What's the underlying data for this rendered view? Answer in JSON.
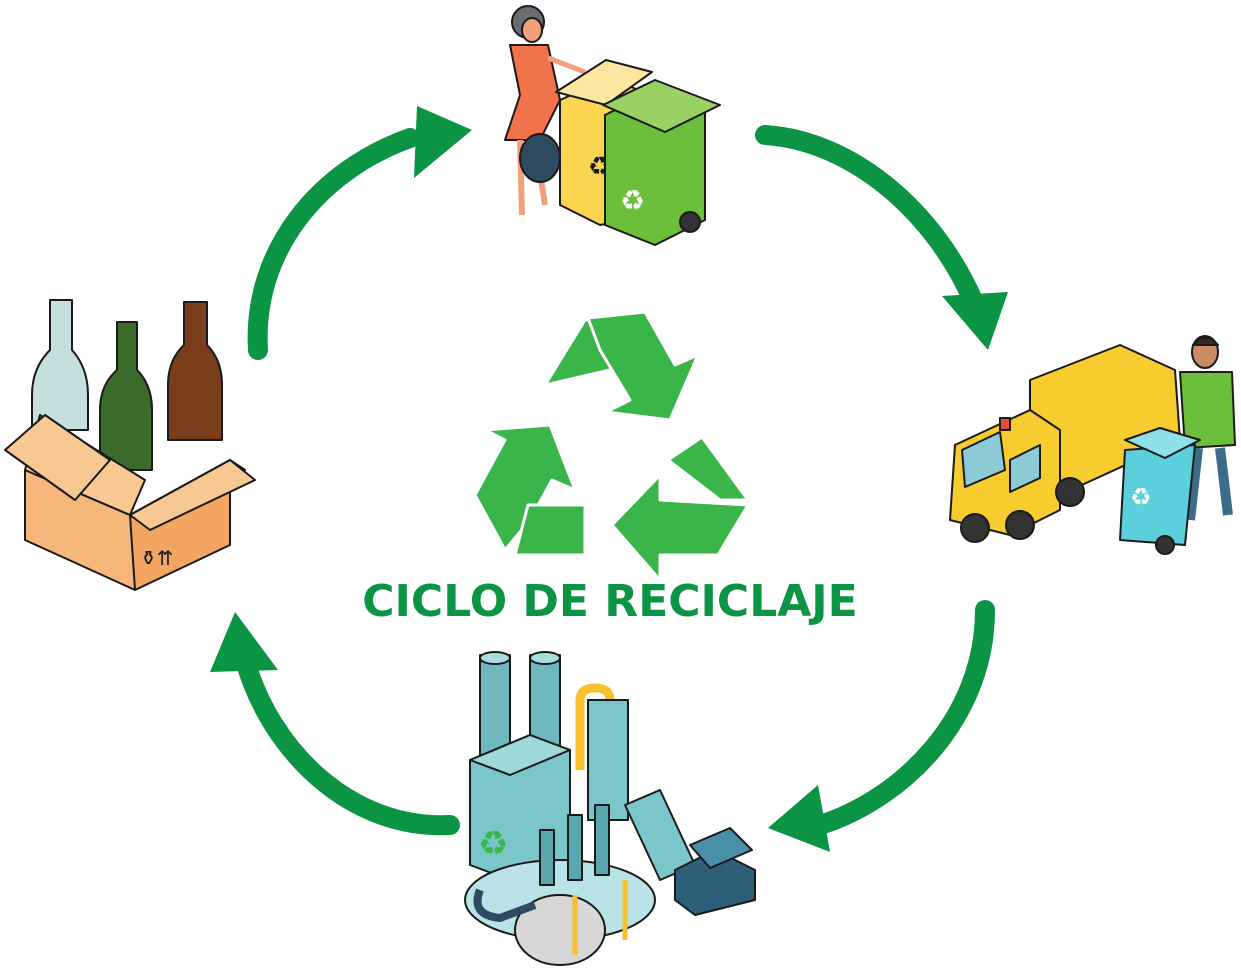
{
  "title": "CICLO DE RECICLAJE",
  "colors": {
    "arrow": "#0b9444",
    "title": "#0b9444",
    "recycle_symbol": "#39b54a",
    "bin_yellow": "#fbd54f",
    "bin_green": "#6cbf3a",
    "truck": "#f6cc2e",
    "factory_teal": "#7bc6c9",
    "box": "#f6b87a"
  },
  "stages": [
    {
      "id": "collection",
      "icon": "woman-with-recycling-bins"
    },
    {
      "id": "transport",
      "icon": "garbage-truck-with-worker"
    },
    {
      "id": "processing",
      "icon": "recycling-factory"
    },
    {
      "id": "new-products",
      "icon": "box-of-glass-bottles"
    }
  ]
}
